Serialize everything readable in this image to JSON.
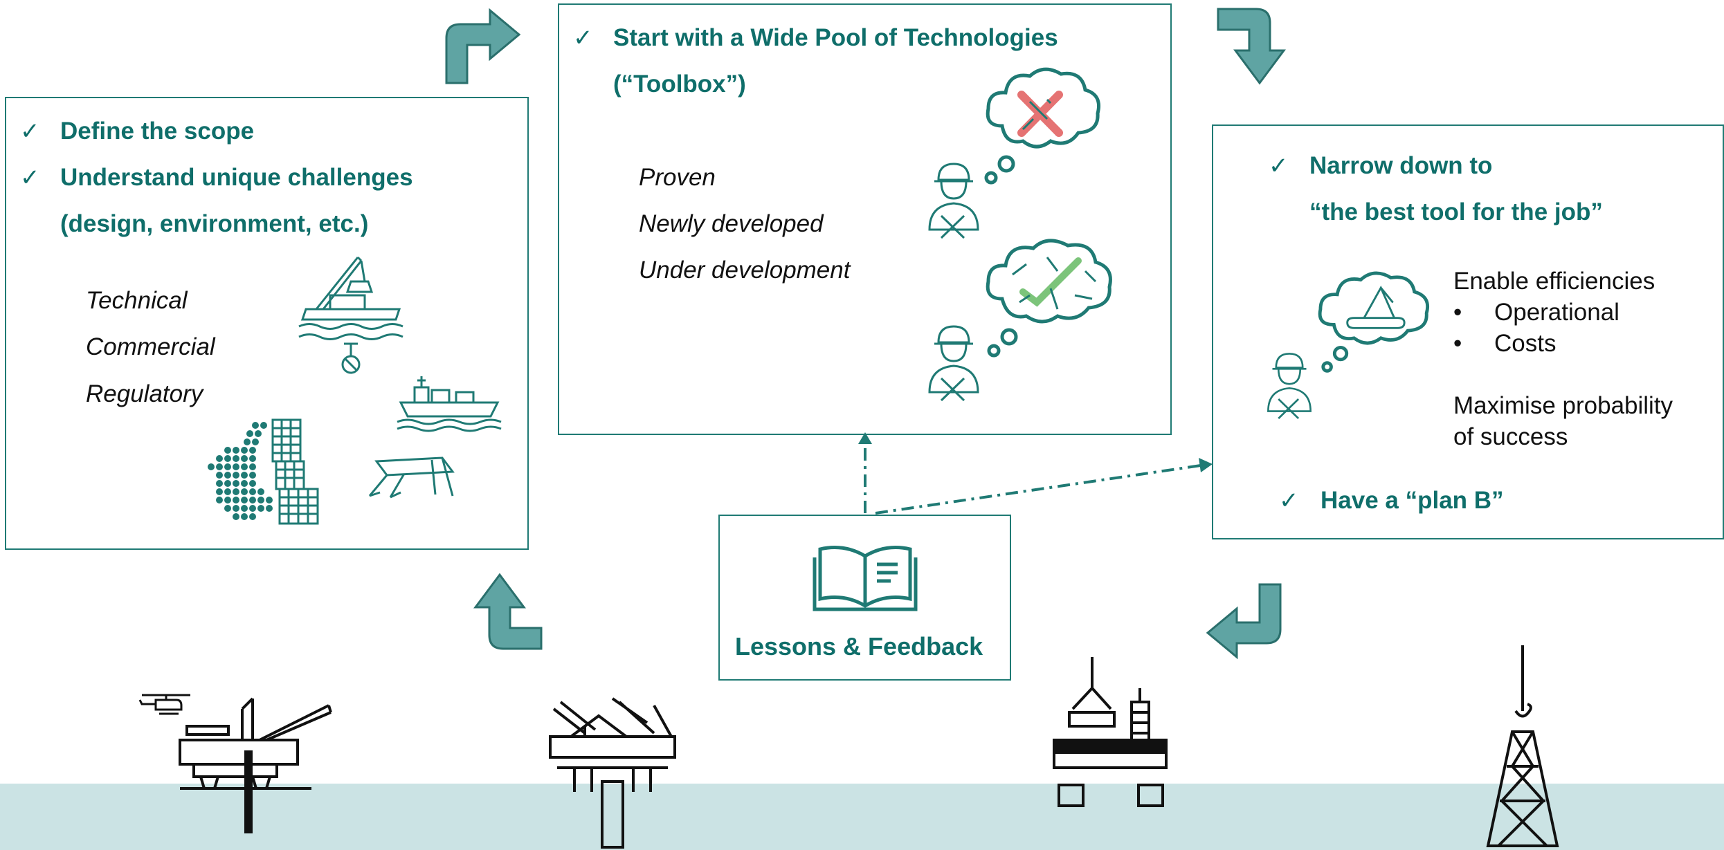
{
  "colors": {
    "teal": "#1f7a74",
    "teal_text": "#0f6e6a",
    "arrow": "#5fa4a3",
    "sea": "#cbe3e4",
    "red_x": "#e57373",
    "green_tool": "#7cc47a"
  },
  "box_scope": {
    "check1": "✓",
    "item1": "Define the scope",
    "check2": "✓",
    "item2": "Understand unique challenges",
    "item2b": "(design, environment, etc.)",
    "sub1": "Technical",
    "sub2": "Commercial",
    "sub3": "Regulatory"
  },
  "box_toolbox": {
    "check": "✓",
    "title1": "Start with a Wide Pool of Technologies",
    "title2": "(“Toolbox”)",
    "sub1": "Proven",
    "sub2": "Newly developed",
    "sub3": "Under development"
  },
  "box_narrow": {
    "check1": "✓",
    "title1": "Narrow down to",
    "title2": "“the best tool for the job”",
    "benefit_head": "Enable efficiencies",
    "bullet": "•",
    "bullet1": "Operational",
    "bullet2": "Costs",
    "prob1": "Maximise probability",
    "prob2": "of success",
    "check2": "✓",
    "plan_b": "Have a “plan B”"
  },
  "box_lessons": {
    "label": "Lessons & Feedback"
  },
  "icons": [
    "engineer-icon",
    "thought-cloud-icon",
    "tools-icon",
    "book-icon",
    "crane-vessel-icon",
    "ship-icon",
    "map-icon",
    "platform-icon",
    "jackup-rig-icon",
    "jacket-icon",
    "helicopter-icon",
    "cycle-arrow-icon"
  ]
}
